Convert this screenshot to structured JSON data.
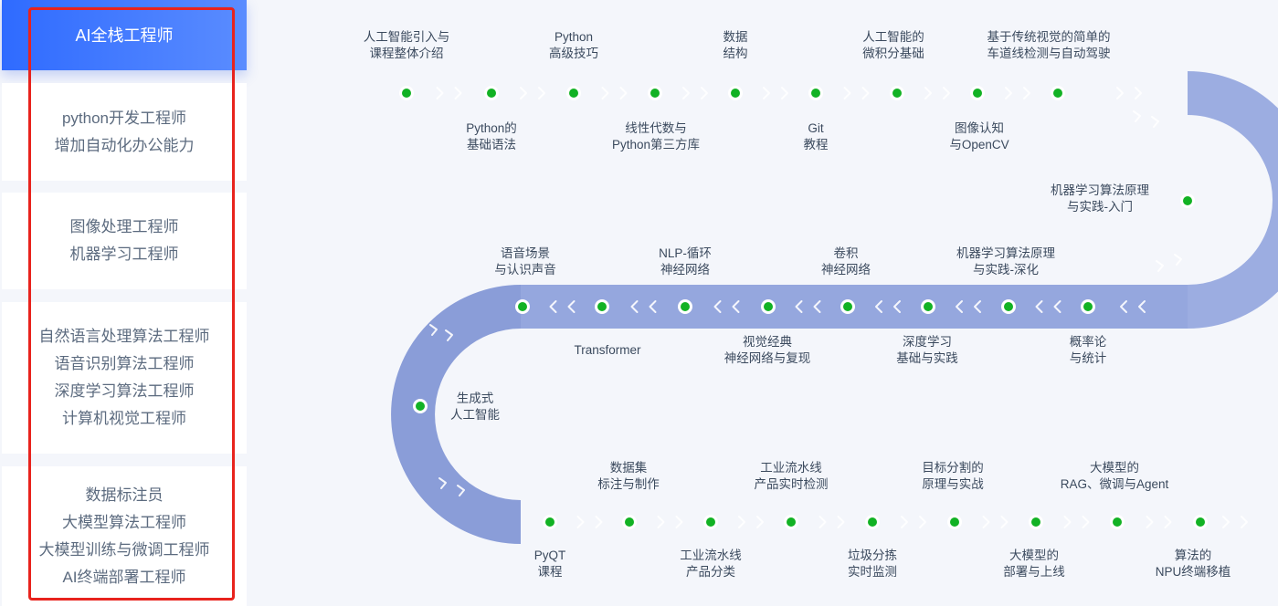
{
  "sidebar": {
    "items": [
      {
        "lines": [
          "AI全栈工程师"
        ],
        "active": true
      },
      {
        "lines": [
          "python开发工程师",
          "增加自动化办公能力"
        ]
      },
      {
        "lines": [
          "图像处理工程师",
          "机器学习工程师"
        ]
      },
      {
        "lines": [
          "自然语言处理算法工程师",
          "语音识别算法工程师",
          "深度学习算法工程师",
          "计算机视觉工程师"
        ]
      },
      {
        "lines": [
          "数据标注员",
          "大模型算法工程师",
          "大模型训练与微调工程师",
          "AI终端部署工程师"
        ]
      }
    ]
  },
  "roadmap": {
    "row1_top": [
      {
        "l1": "人工智能引入与",
        "l2": "课程整体介绍"
      },
      {
        "l1": "Python",
        "l2": "高级技巧"
      },
      {
        "l1": "数据",
        "l2": "结构"
      },
      {
        "l1": "人工智能的",
        "l2": "微积分基础"
      },
      {
        "l1": "基于传统视觉的简单的",
        "l2": "车道线检测与自动驾驶"
      }
    ],
    "row1_bottom": [
      {
        "l1": "Python的",
        "l2": "基础语法"
      },
      {
        "l1": "线性代数与",
        "l2": "Python第三方库"
      },
      {
        "l1": "Git",
        "l2": "教程"
      },
      {
        "l1": "图像认知",
        "l2": "与OpenCV"
      }
    ],
    "right_curve": {
      "l1": "机器学习算法原理",
      "l2": "与实践-入门"
    },
    "row2_top": [
      {
        "l1": "语音场景",
        "l2": "与认识声音"
      },
      {
        "l1": "NLP-循环",
        "l2": "神经网络"
      },
      {
        "l1": "卷积",
        "l2": "神经网络"
      },
      {
        "l1": "机器学习算法原理",
        "l2": "与实践-深化"
      }
    ],
    "row2_bottom": [
      {
        "l1": "Transformer",
        "l2": ""
      },
      {
        "l1": "视觉经典",
        "l2": "神经网络与复现"
      },
      {
        "l1": "深度学习",
        "l2": "基础与实践"
      },
      {
        "l1": "概率论",
        "l2": "与统计"
      }
    ],
    "left_curve": {
      "l1": "生成式",
      "l2": "人工智能"
    },
    "row3_top": [
      {
        "l1": "数据集",
        "l2": "标注与制作"
      },
      {
        "l1": "工业流水线",
        "l2": "产品实时检测"
      },
      {
        "l1": "目标分割的",
        "l2": "原理与实战"
      },
      {
        "l1": "大模型的",
        "l2": "RAG、微调与Agent"
      }
    ],
    "row3_bottom": [
      {
        "l1": "PyQT",
        "l2": "课程"
      },
      {
        "l1": "工业流水线",
        "l2": "产品分类"
      },
      {
        "l1": "垃圾分拣",
        "l2": "实时监测"
      },
      {
        "l1": "大模型的",
        "l2": "部署与上线"
      },
      {
        "l1": "算法的",
        "l2": "NPU终端移植"
      }
    ]
  },
  "colors": {
    "accent": "#2f6bff",
    "track": "#8a9fd8",
    "dot": "#12b224",
    "highlight": "#e8231d"
  }
}
